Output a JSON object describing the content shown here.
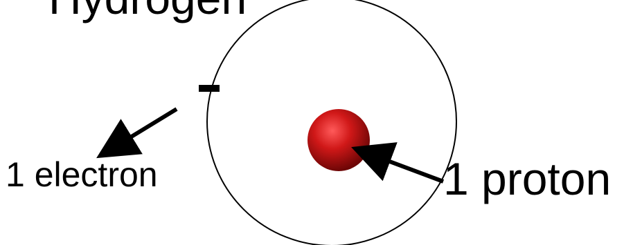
{
  "title": "Hydrogen",
  "labels": {
    "electron": "1 electron",
    "proton": "1 proton"
  },
  "symbols": {
    "electron_charge": "-"
  },
  "colors": {
    "background": "#ffffff",
    "ink": "#000000",
    "proton": "#cc1111"
  }
}
